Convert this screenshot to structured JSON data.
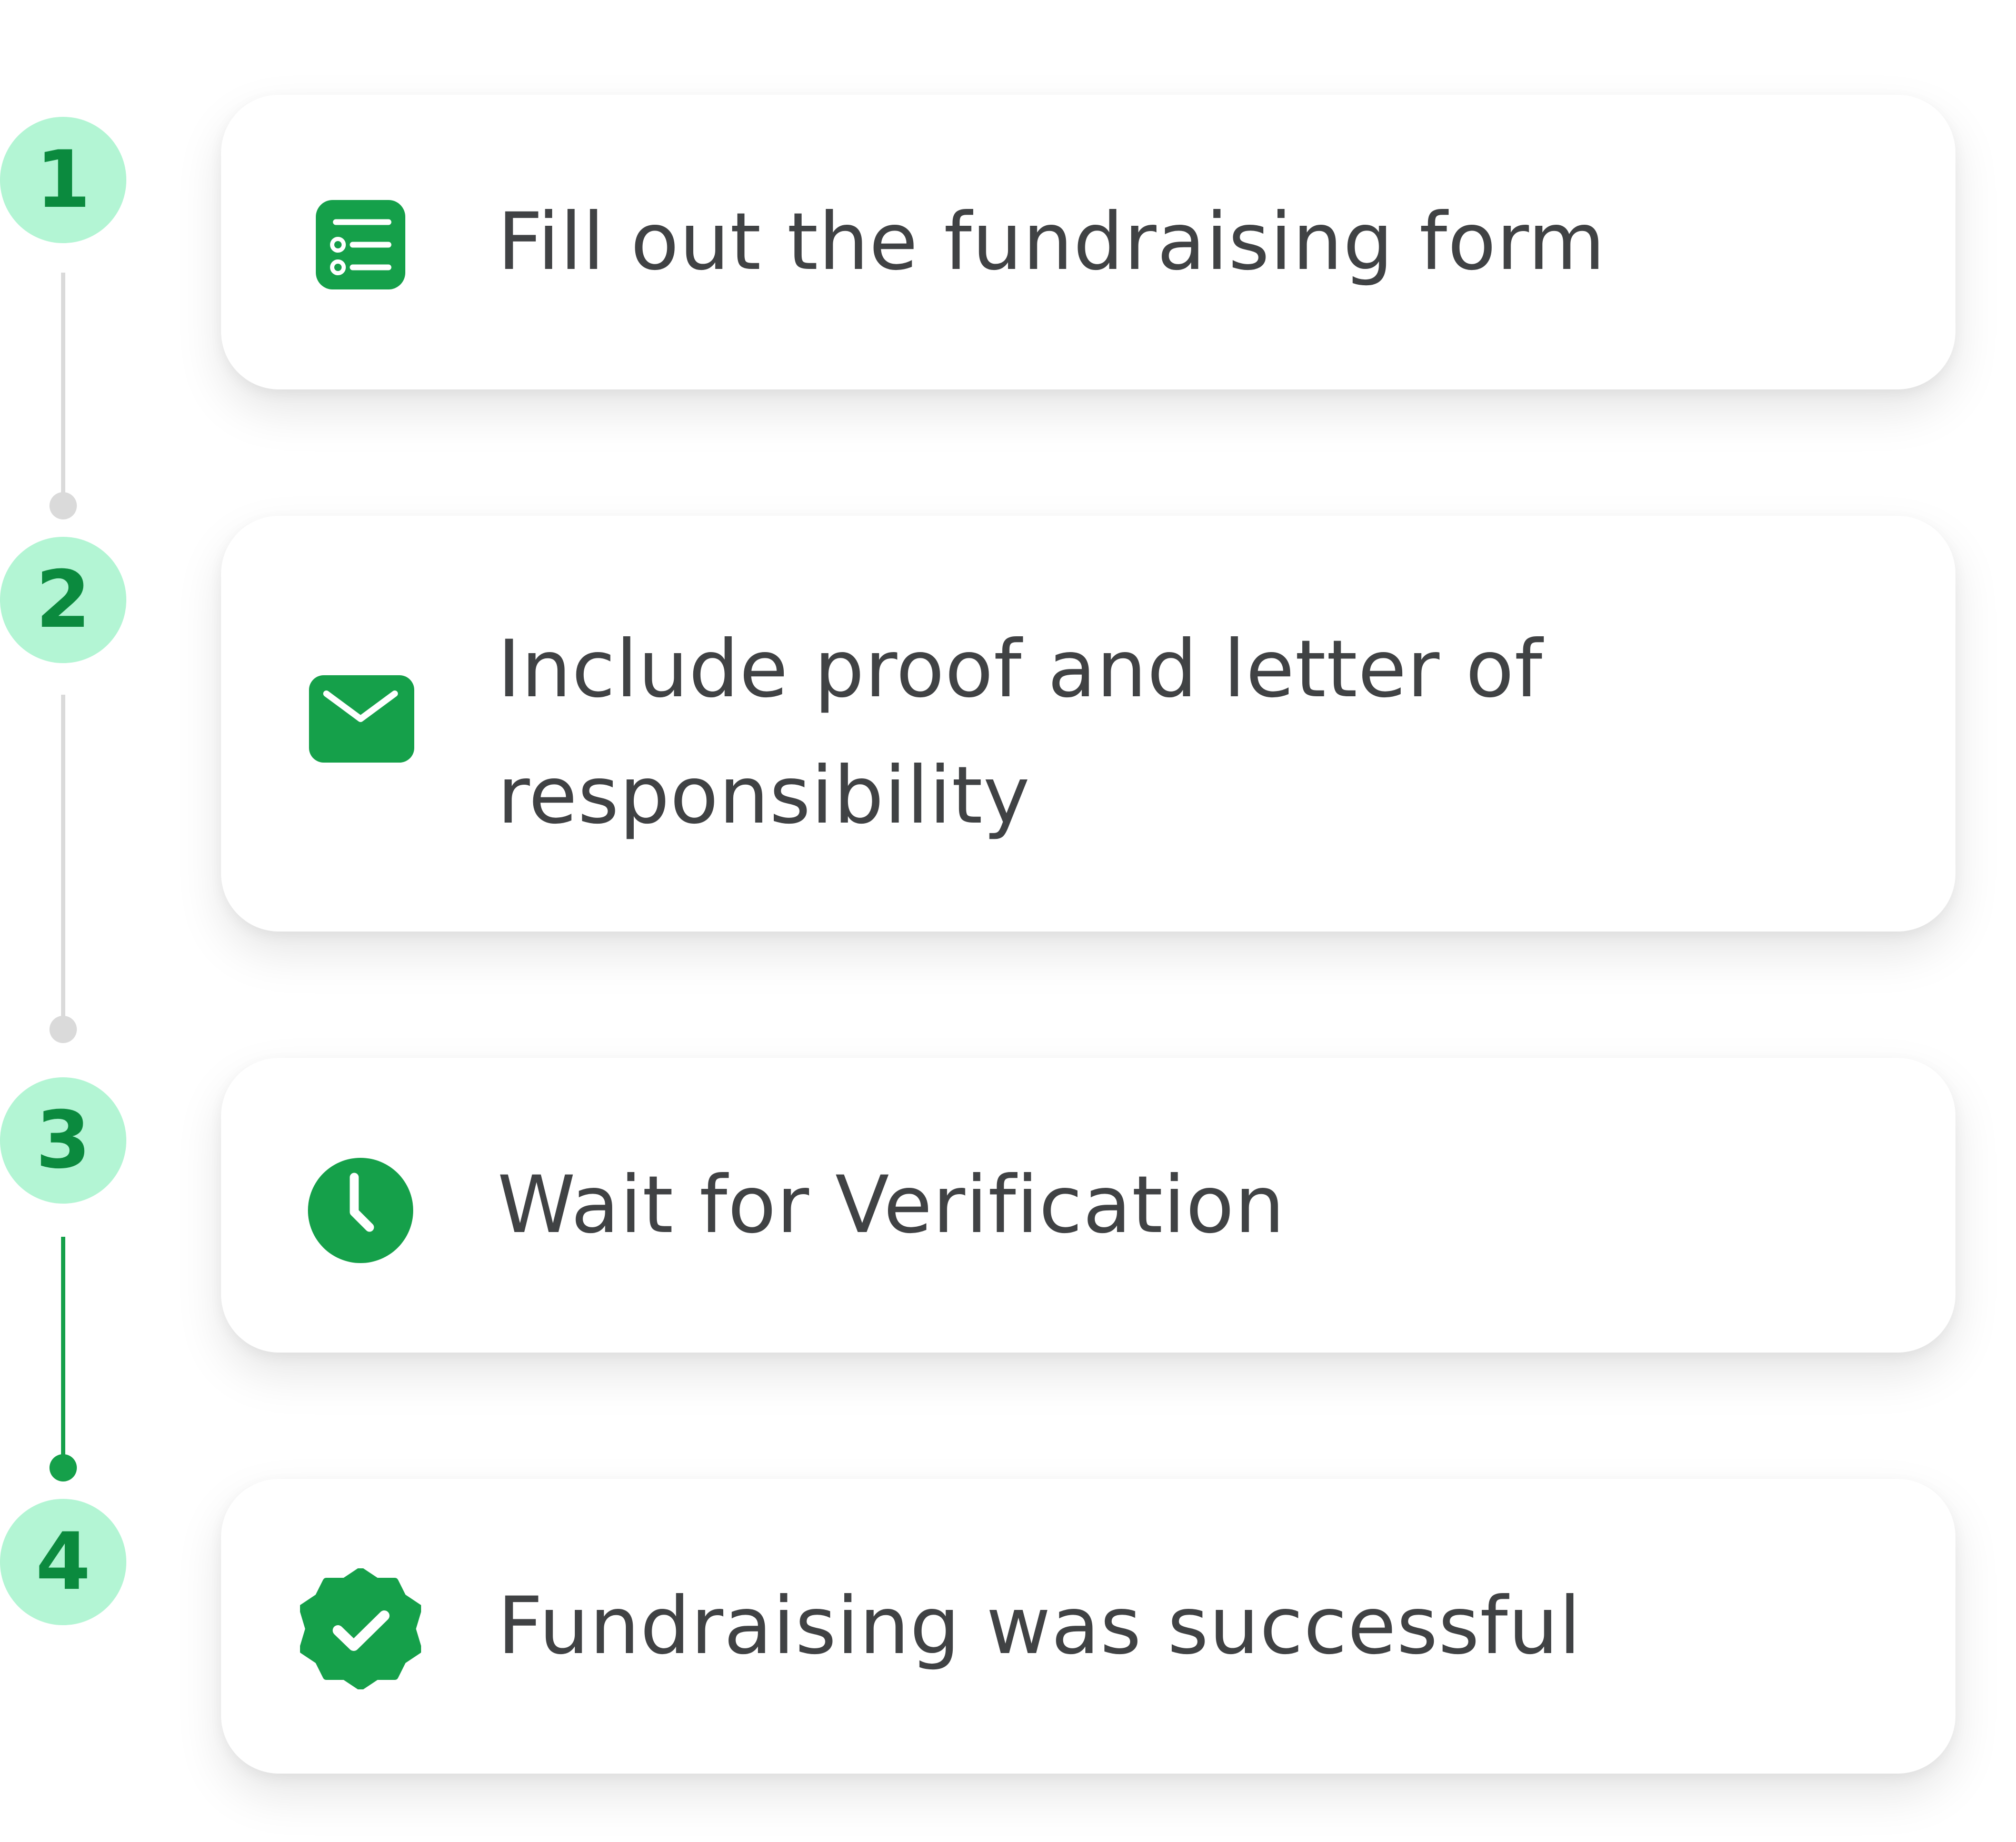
{
  "accent_color": "#15a04a",
  "badge_color": "#b3f5d4",
  "steps": [
    {
      "number": "1",
      "label": "Fill out the fundraising form",
      "icon": "form-list-icon"
    },
    {
      "number": "2",
      "label": "Include proof and letter of responsibility",
      "icon": "envelope-icon"
    },
    {
      "number": "3",
      "label": "Wait for Verification",
      "icon": "clock-icon"
    },
    {
      "number": "4",
      "label": "Fundraising was successful",
      "icon": "verified-check-badge-icon"
    }
  ]
}
